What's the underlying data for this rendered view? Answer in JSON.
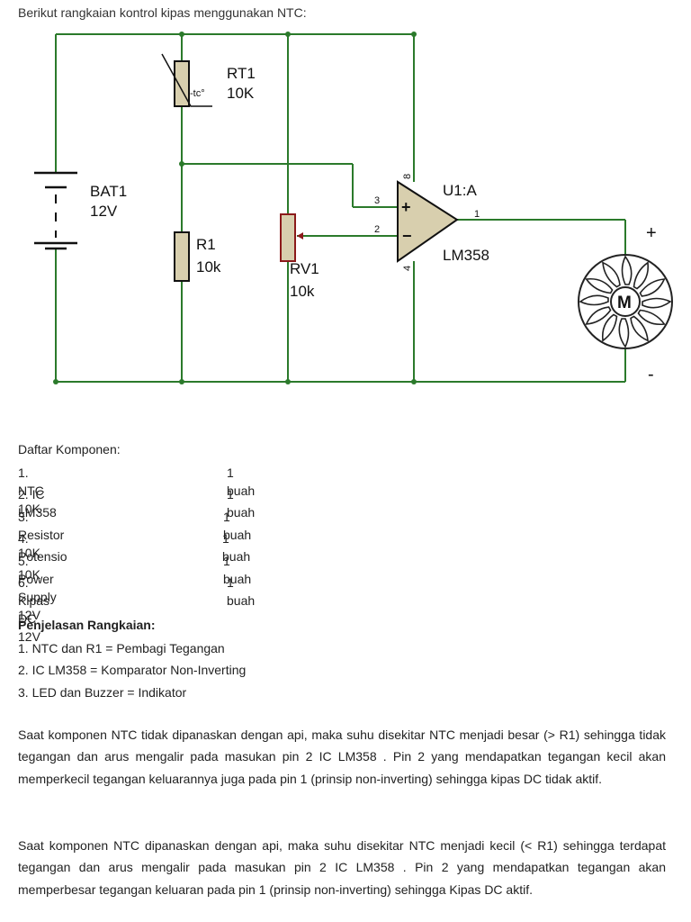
{
  "intro": "Berikut rangkaian kontrol kipas menggunakan NTC:",
  "schematic": {
    "rt1_name": "RT1",
    "rt1_value": "10K",
    "rt1_symbol": "-tc°",
    "bat_name": "BAT1",
    "bat_value": "12V",
    "r1_name": "R1",
    "r1_value": "10k",
    "rv1_name": "RV1",
    "rv1_value": "10k",
    "u1_name": "U1:A",
    "u1_part": "LM358",
    "pin_8": "8",
    "pin_3": "3",
    "pin_2": "2",
    "pin_4": "4",
    "pin_1": "1",
    "plus_in": "+",
    "minus_in": "−",
    "motor_label": "M",
    "motor_plus": "+",
    "motor_minus": "-"
  },
  "components": {
    "title": "Daftar Komponen:",
    "items": [
      {
        "name": "1. NTC 10K",
        "qty": "1 buah"
      },
      {
        "name": "2. IC LM358",
        "qty": "1 buah"
      },
      {
        "name": "3. Resistor 10K",
        "qty": "1 buah"
      },
      {
        "name": "4. Potensio 10K",
        "qty": "1 buah"
      },
      {
        "name": "5. Power Supply 12V",
        "qty": "1 buah"
      },
      {
        "name": "6. Kipas DC 12V",
        "qty": "1 buah"
      }
    ]
  },
  "explanation": {
    "title": "Penjelasan Rangkaian:",
    "items": [
      "1. NTC dan R1 = Pembagi Tegangan",
      "2. IC LM358 = Komparator Non-Inverting",
      "3. LED dan Buzzer = Indikator"
    ]
  },
  "paragraphs": [
    "Saat komponen NTC tidak dipanaskan dengan api, maka suhu disekitar NTC menjadi besar (> R1) sehingga tidak tegangan dan arus mengalir pada masukan pin 2 IC LM358 . Pin 2 yang mendapatkan tegangan kecil akan memperkecil tegangan keluarannya juga pada pin 1 (prinsip non-inverting) sehingga kipas DC tidak aktif.",
    "Saat komponen NTC dipanaskan dengan api, maka suhu disekitar NTC menjadi kecil (< R1) sehingga terdapat tegangan dan arus mengalir pada masukan pin 2 IC LM358 . Pin 2 yang mendapatkan tegangan  akan memperbesar tegangan keluaran pada pin 1 (prinsip non-inverting) sehingga Kipas DC aktif."
  ]
}
